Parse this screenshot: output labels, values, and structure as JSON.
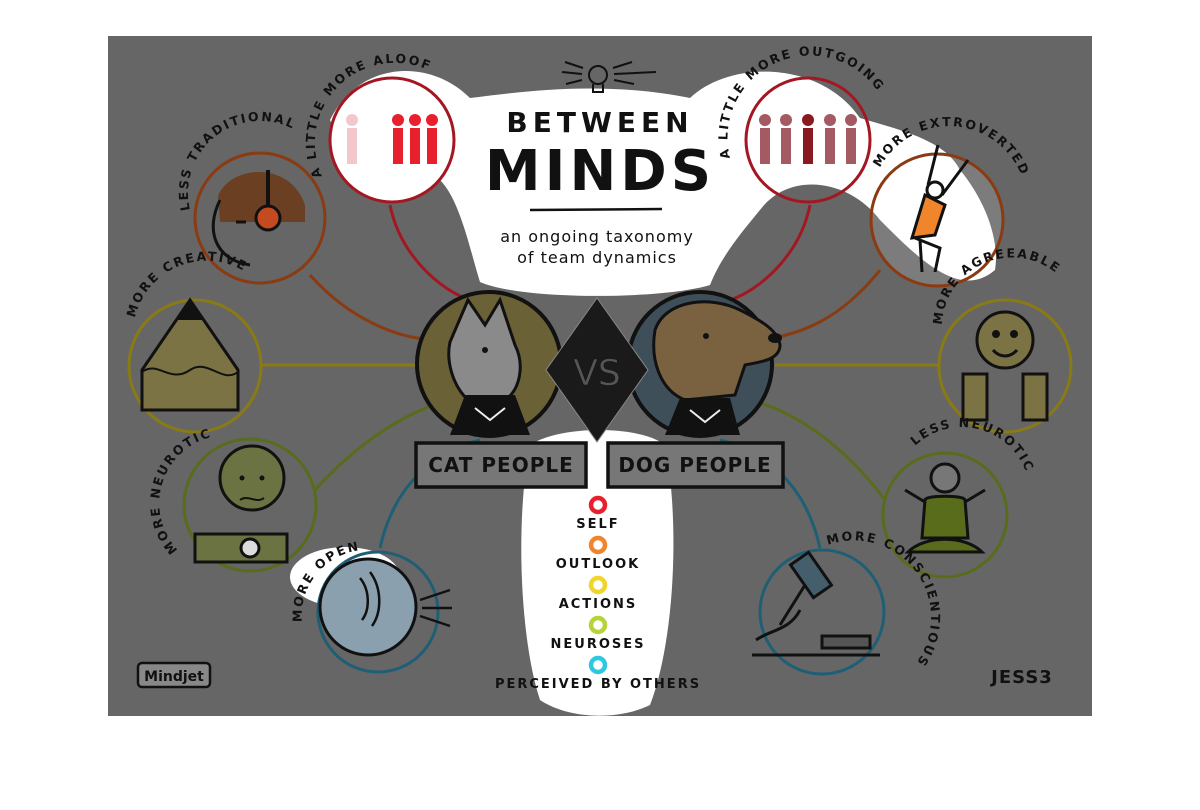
{
  "title": {
    "line1": "BETWEEN",
    "line2": "MINDS"
  },
  "subtitle": {
    "line1": "an ongoing taxonomy",
    "line2": "of team dynamics"
  },
  "versus": "VS",
  "groups": {
    "cat": "CAT PEOPLE",
    "dog": "DOG PEOPLE"
  },
  "traits": {
    "aloof": "A LITTLE MORE ALOOF",
    "traditional": "LESS TRADITIONAL",
    "creative": "MORE CREATIVE",
    "neurotic_more": "MORE NEUROTIC",
    "open": "MORE OPEN",
    "outgoing": "A LITTLE MORE OUTGOING",
    "extroverted": "MORE EXTROVERTED",
    "agreeable": "MORE AGREEABLE",
    "neurotic_less": "LESS NEUROTIC",
    "conscientious": "MORE CONSCIENTIOUS"
  },
  "legend": [
    {
      "label": "SELF",
      "color": "#e8202e"
    },
    {
      "label": "OUTLOOK",
      "color": "#f0852c"
    },
    {
      "label": "ACTIONS",
      "color": "#f2d52b"
    },
    {
      "label": "NEUROSES",
      "color": "#b6d43a"
    },
    {
      "label": "PERCEIVED BY OTHERS",
      "color": "#2ec8e0"
    }
  ],
  "colors": {
    "background": "#666666",
    "self": "#a31722",
    "outlook": "#8a3b12",
    "actions": "#8a7a14",
    "neuroses": "#586c1c",
    "perceived": "#1f5f75"
  },
  "logos": {
    "left": "Mindjet",
    "right": "JESS3"
  }
}
